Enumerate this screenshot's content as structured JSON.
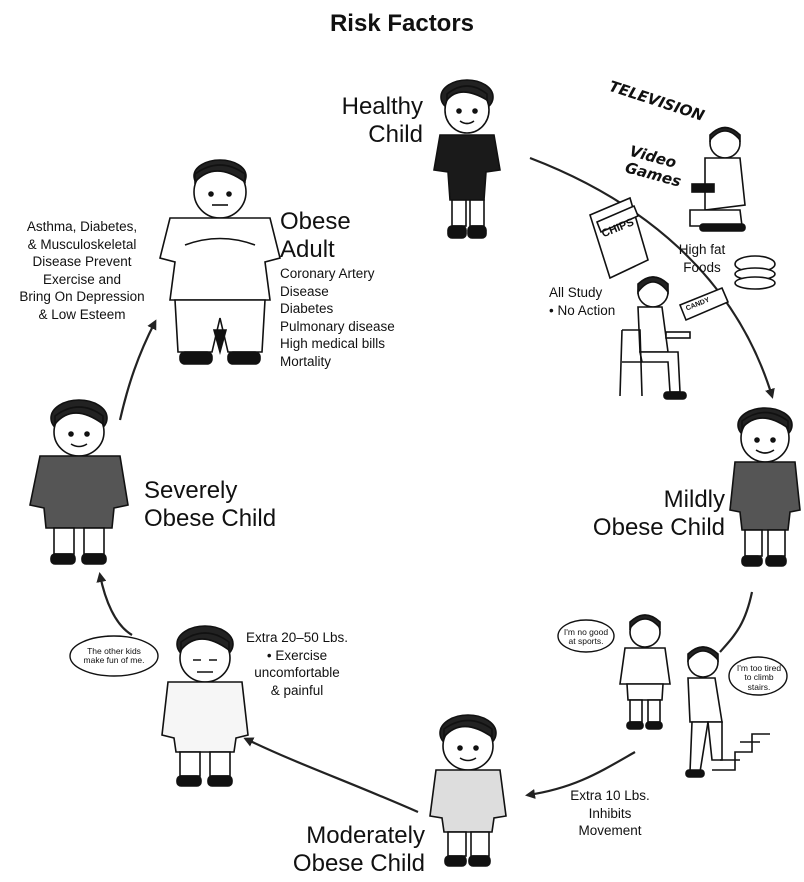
{
  "title": "Risk Factors",
  "stages": {
    "healthy": "Healthy\nChild",
    "mild": "Mildly\nObese Child",
    "moderate": "Moderately\nObese Child",
    "severe": "Severely\nObese Child",
    "adult": "Obese\nAdult"
  },
  "risk_factors": {
    "television": "TELEVISION",
    "video_games": "Video\nGames",
    "chips": "CHIPS",
    "candy": "CANDY",
    "high_fat": "High fat\nFoods",
    "all_study": "All Study\n• No Action"
  },
  "effects": {
    "extra_10": "Extra 10 Lbs.\nInhibits\nMovement",
    "extra_20_50": "Extra 20–50 Lbs.\n• Exercise\nuncomfortable\n& painful",
    "adult_conditions": "Coronary Artery\n      Disease\nDiabetes\nPulmonary disease\nHigh medical bills\nMortality",
    "adult_consequences": "Asthma, Diabetes,\n& Musculoskeletal\nDisease Prevent\nExercise and\nBring On Depression\n& Low Esteem"
  },
  "speech": {
    "no_good": "I'm no good\nat sports.",
    "too_tired": "I'm too tired\nto climb\nstairs.",
    "make_fun": "The other kids\nmake fun of me."
  }
}
